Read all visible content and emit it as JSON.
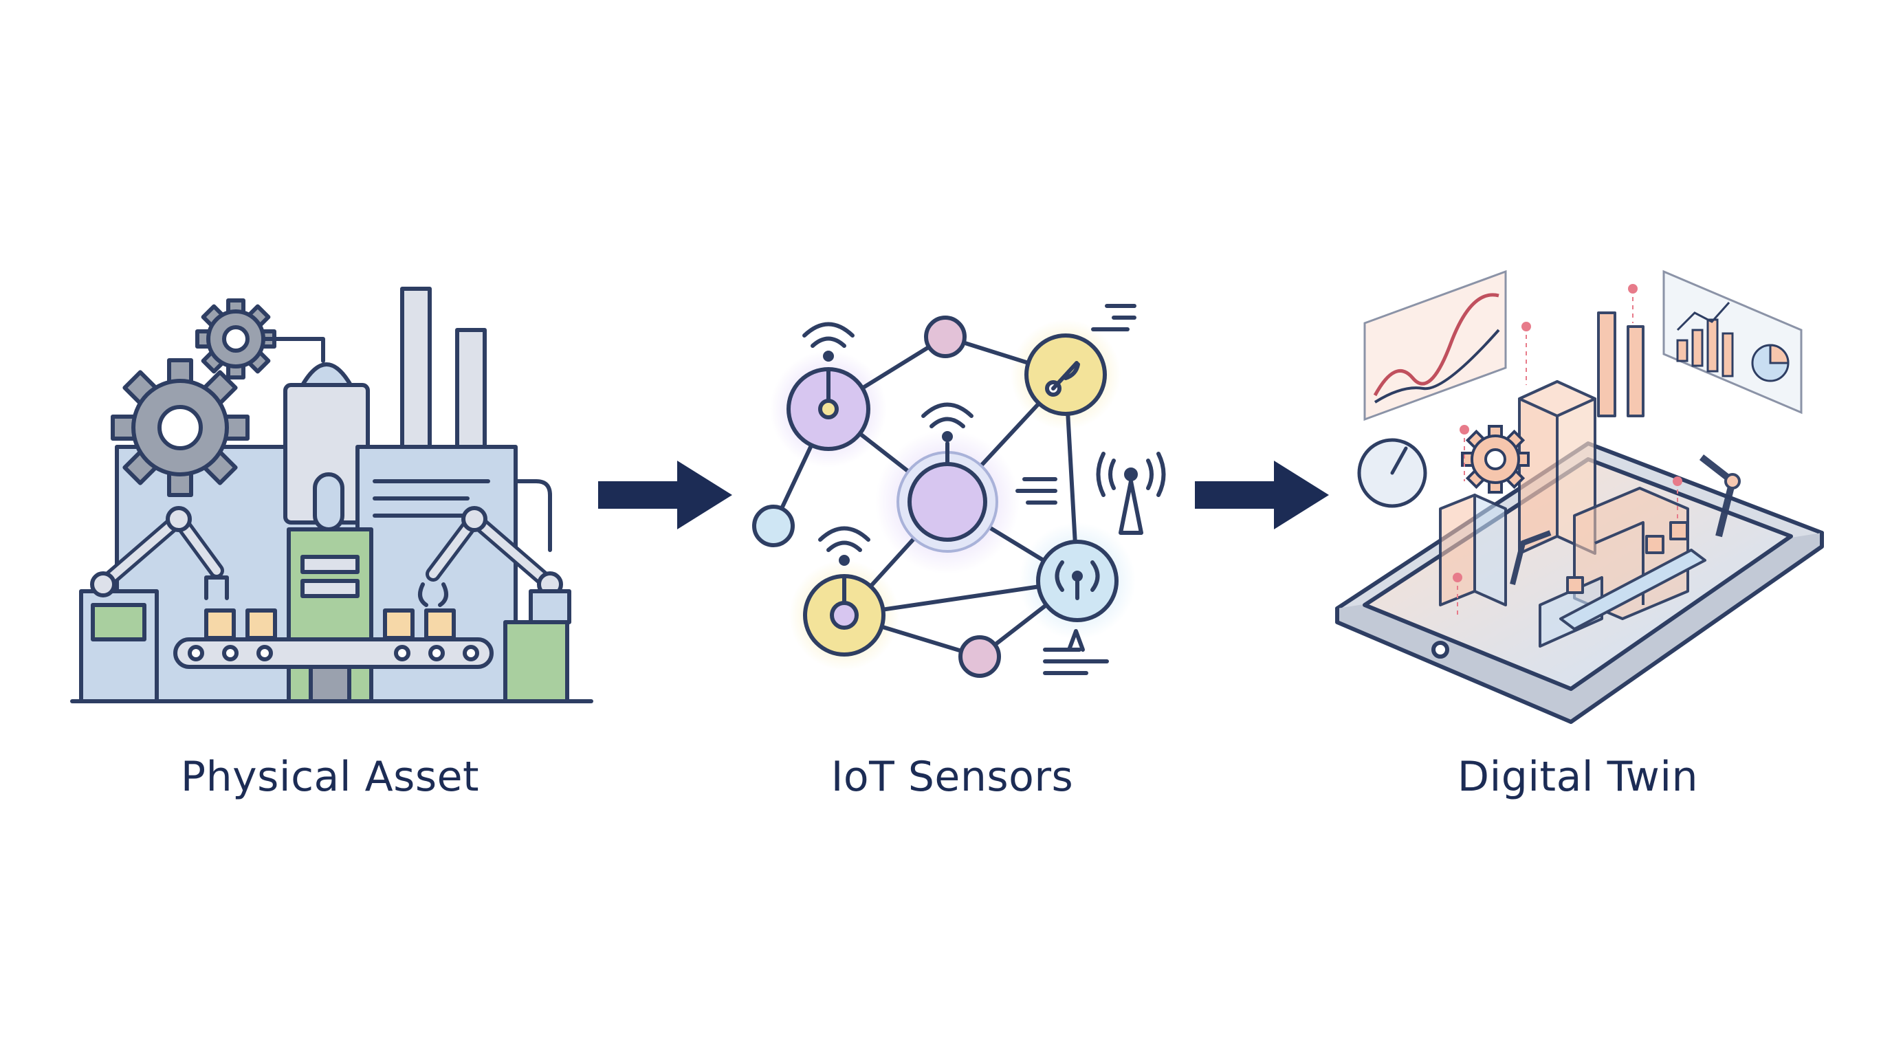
{
  "labels": {
    "physical": "Physical Asset",
    "sensors": "IoT Sensors",
    "twin": "Digital Twin"
  },
  "colors": {
    "ink": "#2e3e63",
    "caption": "#1c2c55",
    "arrow": "#1c2c55",
    "steel_blue": "#b8cde2",
    "light_gray": "#dde1ea",
    "gear_gray": "#9aa1ae",
    "green": "#a9cf9f",
    "box_yellow": "#f6d8a8",
    "node_purple": "#d7c6f0",
    "node_yellow": "#f3e39a",
    "node_blue": "#cfe6f4",
    "node_pink": "#e3c2d8",
    "twin_peach": "#f6c6ad",
    "twin_blue": "#c9def2"
  },
  "icons": [
    "factory-icon",
    "gear-icon",
    "robot-arm-icon",
    "conveyor-icon",
    "wifi-signal-icon",
    "antenna-icon",
    "tablet-icon",
    "gauge-icon",
    "line-chart-icon",
    "bar-chart-icon",
    "pie-chart-icon"
  ]
}
